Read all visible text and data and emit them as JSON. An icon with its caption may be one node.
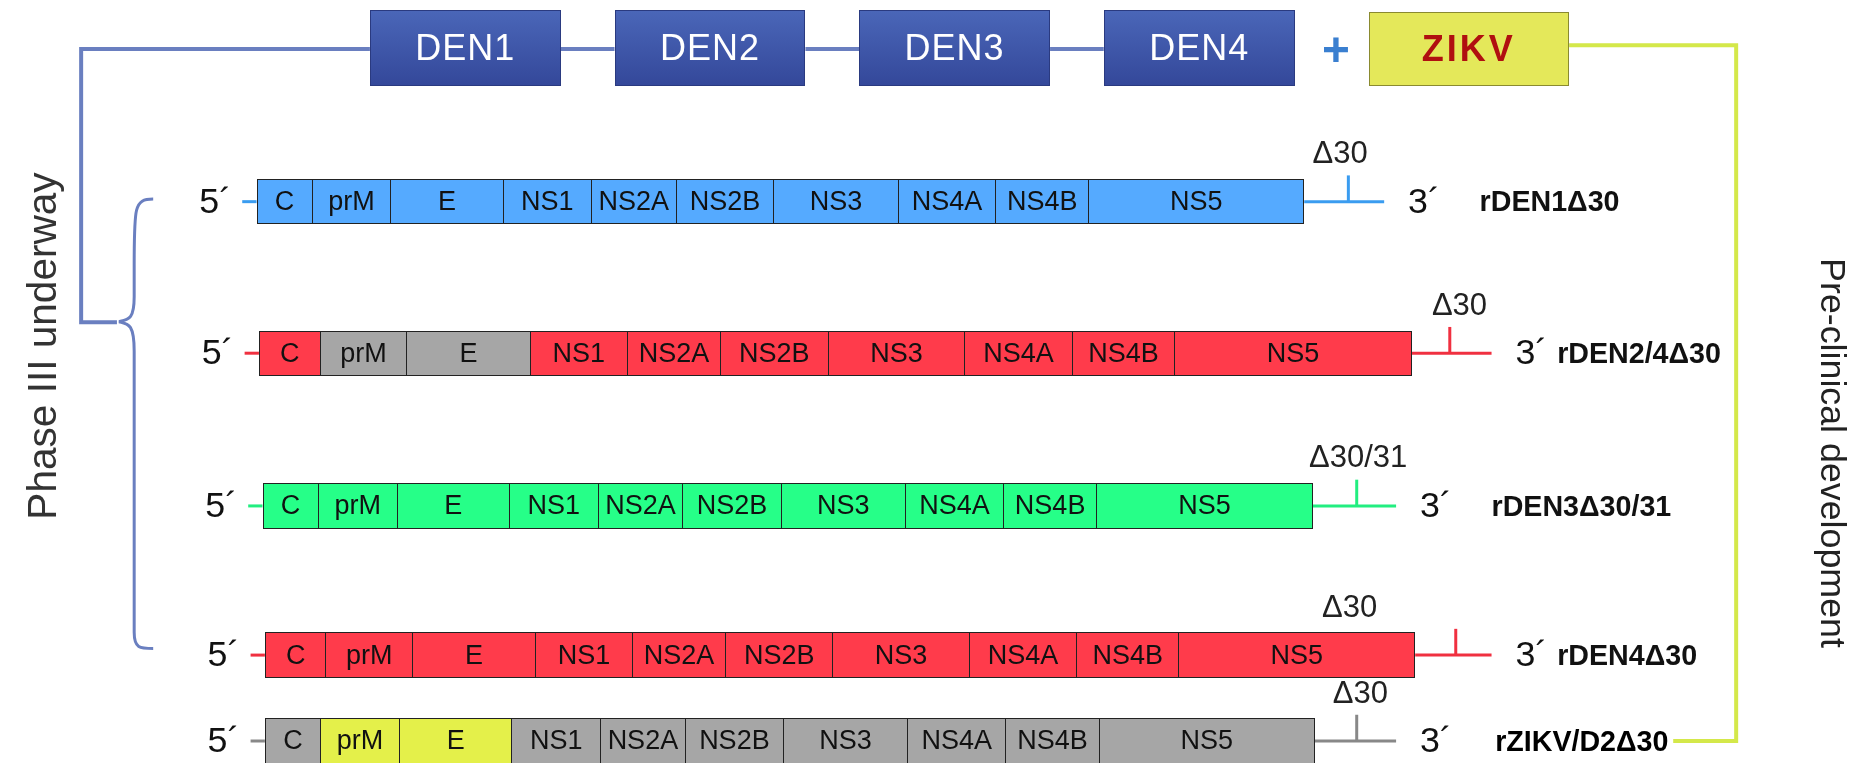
{
  "diagram": {
    "nodes": [
      {
        "text": [
          "DEN1"
        ]
      },
      {
        "text": [
          "DEN2"
        ]
      },
      {
        "text": [
          "DEN3"
        ]
      },
      {
        "text": [
          "DEN4"
        ]
      },
      {
        "text": [
          "ZIKV"
        ]
      },
      {
        "text": [],
        "shape": "brace"
      },
      {
        "text": [
          "C"
        ],
        "beside": [
          "5´"
        ]
      },
      {
        "text": [
          "prM"
        ]
      },
      {
        "text": [
          "E"
        ]
      },
      {
        "text": [
          "NS1"
        ]
      },
      {
        "text": [
          "NS2A"
        ]
      },
      {
        "text": [
          "NS2B"
        ]
      },
      {
        "text": [
          "NS3"
        ]
      },
      {
        "text": [
          "NS4A"
        ]
      },
      {
        "text": [
          "NS4B"
        ]
      },
      {
        "text": [
          "NS5"
        ]
      },
      {
        "text": [
          "C"
        ],
        "beside": [
          "5´"
        ]
      },
      {
        "text": [
          "prM"
        ]
      },
      {
        "text": [
          "E"
        ]
      },
      {
        "text": [
          "NS1"
        ]
      },
      {
        "text": [
          "NS2A"
        ]
      },
      {
        "text": [
          "NS2B"
        ]
      },
      {
        "text": [
          "NS3"
        ]
      },
      {
        "text": [
          "NS4A"
        ]
      },
      {
        "text": [
          "NS4B"
        ]
      },
      {
        "text": [
          "NS5"
        ]
      },
      {
        "text": [
          "C"
        ],
        "beside": [
          "5´"
        ]
      },
      {
        "text": [
          "prM"
        ]
      },
      {
        "text": [
          "E"
        ]
      },
      {
        "text": [
          "NS1"
        ]
      },
      {
        "text": [
          "NS2A"
        ]
      },
      {
        "text": [
          "NS2B"
        ]
      },
      {
        "text": [
          "NS3"
        ]
      },
      {
        "text": [
          "NS4A"
        ]
      },
      {
        "text": [
          "NS4B"
        ]
      },
      {
        "text": [
          "NS5"
        ]
      },
      {
        "text": [
          "C"
        ],
        "beside": [
          "5´"
        ]
      },
      {
        "text": [
          "prM"
        ]
      },
      {
        "text": [
          "E"
        ]
      },
      {
        "text": [
          "NS1"
        ]
      },
      {
        "text": [
          "NS2A"
        ]
      },
      {
        "text": [
          "NS2B"
        ]
      },
      {
        "text": [
          "NS3"
        ]
      },
      {
        "text": [
          "NS4A"
        ]
      },
      {
        "text": [
          "NS4B"
        ]
      },
      {
        "text": [
          "NS5"
        ]
      },
      {
        "text": [
          "C"
        ],
        "beside": [
          "5´"
        ]
      },
      {
        "text": [
          "prM"
        ]
      },
      {
        "text": [
          "E"
        ]
      },
      {
        "text": [
          "NS1"
        ]
      },
      {
        "text": [
          "NS2A"
        ]
      },
      {
        "text": [
          "NS2B"
        ]
      },
      {
        "text": [
          "NS3"
        ]
      },
      {
        "text": [
          "NS4A"
        ]
      },
      {
        "text": [
          "NS4B"
        ]
      },
      {
        "text": [
          "NS5"
        ]
      },
      {
        "text": [
          "rZIKV/D2Δ30"
        ]
      }
    ],
    "edges": [
      {
        "from": 0,
        "to": 1,
        "arrow": "none"
      },
      {
        "from": 1,
        "to": 2,
        "arrow": "none"
      },
      {
        "from": 2,
        "to": 3,
        "arrow": "none"
      },
      {
        "from": 0,
        "to": 5,
        "arrow": "none"
      },
      {
        "from": 4,
        "to": 56,
        "arrow": "none",
        "color": "#d4e84a"
      }
    ],
    "labels": [
      "+",
      "Phase III underway",
      "Pre-clinical development",
      "Δ30",
      "3´",
      "rDEN1Δ30",
      "Δ30",
      "3´",
      "rDEN2/4Δ30",
      "Δ30/31",
      "3´",
      "rDEN3Δ30/31",
      "Δ30",
      "3´",
      "rDEN4Δ30",
      "Δ30",
      "3´"
    ]
  }
}
